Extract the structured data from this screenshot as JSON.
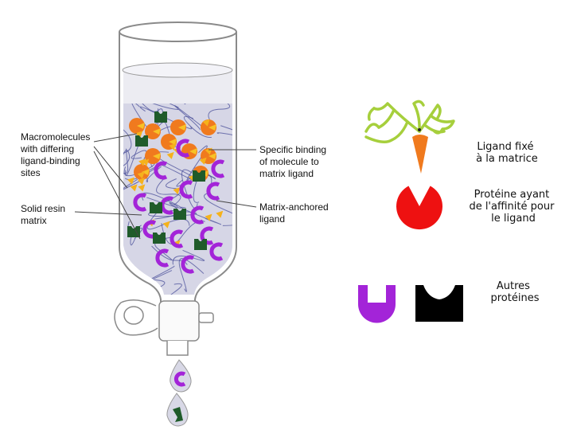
{
  "labels": {
    "macromolecules": [
      "Macromolecules",
      "with differing",
      "ligand-binding",
      "sites"
    ],
    "solid_resin": [
      "Solid resin",
      "matrix"
    ],
    "specific_binding": [
      "Specific binding",
      "of molecule to",
      "matrix ligand"
    ],
    "matrix_anchored": [
      "Matrix-anchored",
      "ligand"
    ]
  },
  "legend": {
    "ligand": [
      "Ligand fixé",
      "à la matrice"
    ],
    "protein_affinity": [
      "Protéine ayant",
      "de l'affinité pour",
      "le ligand"
    ],
    "other_proteins": [
      "Autres",
      "protéines"
    ]
  },
  "colors": {
    "ligand_green": "#a6cf3c",
    "ligand_orange": "#f07a1e",
    "affinity_red": "#ee1111",
    "other_purple": "#a324d8",
    "other_black": "#000000",
    "matrix_bg": "#d6d6e6",
    "matrix_fibers": "#4a4f9a",
    "column_outline": "#8a8a8a",
    "liquid": "#e8e8f0"
  },
  "icons": [
    "ligand-icon",
    "affinity-protein-icon",
    "purple-protein-icon",
    "black-protein-icon",
    "droplet-icon"
  ]
}
